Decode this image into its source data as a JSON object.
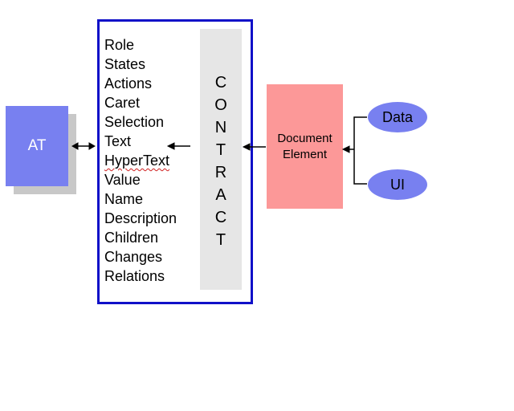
{
  "at": {
    "label": "AT"
  },
  "attributes": [
    "Role",
    "States",
    "Actions",
    "Caret",
    "Selection",
    "Text",
    "HyperText",
    "Value",
    "Name",
    "Description",
    "Children",
    "Changes",
    "Relations"
  ],
  "contract": {
    "letters": [
      "C",
      "O",
      "N",
      "T",
      "R",
      "A",
      "C",
      "T"
    ]
  },
  "document_element": {
    "line1": "Document",
    "line2": "Element"
  },
  "data": {
    "label": "Data"
  },
  "ui": {
    "label": "UI"
  },
  "colors": {
    "at_fill": "#7880f0",
    "frame_border": "#1010c8",
    "contract_bar": "#e6e6e6",
    "document_fill": "#fc9898",
    "ellipse_fill": "#7880f0"
  }
}
